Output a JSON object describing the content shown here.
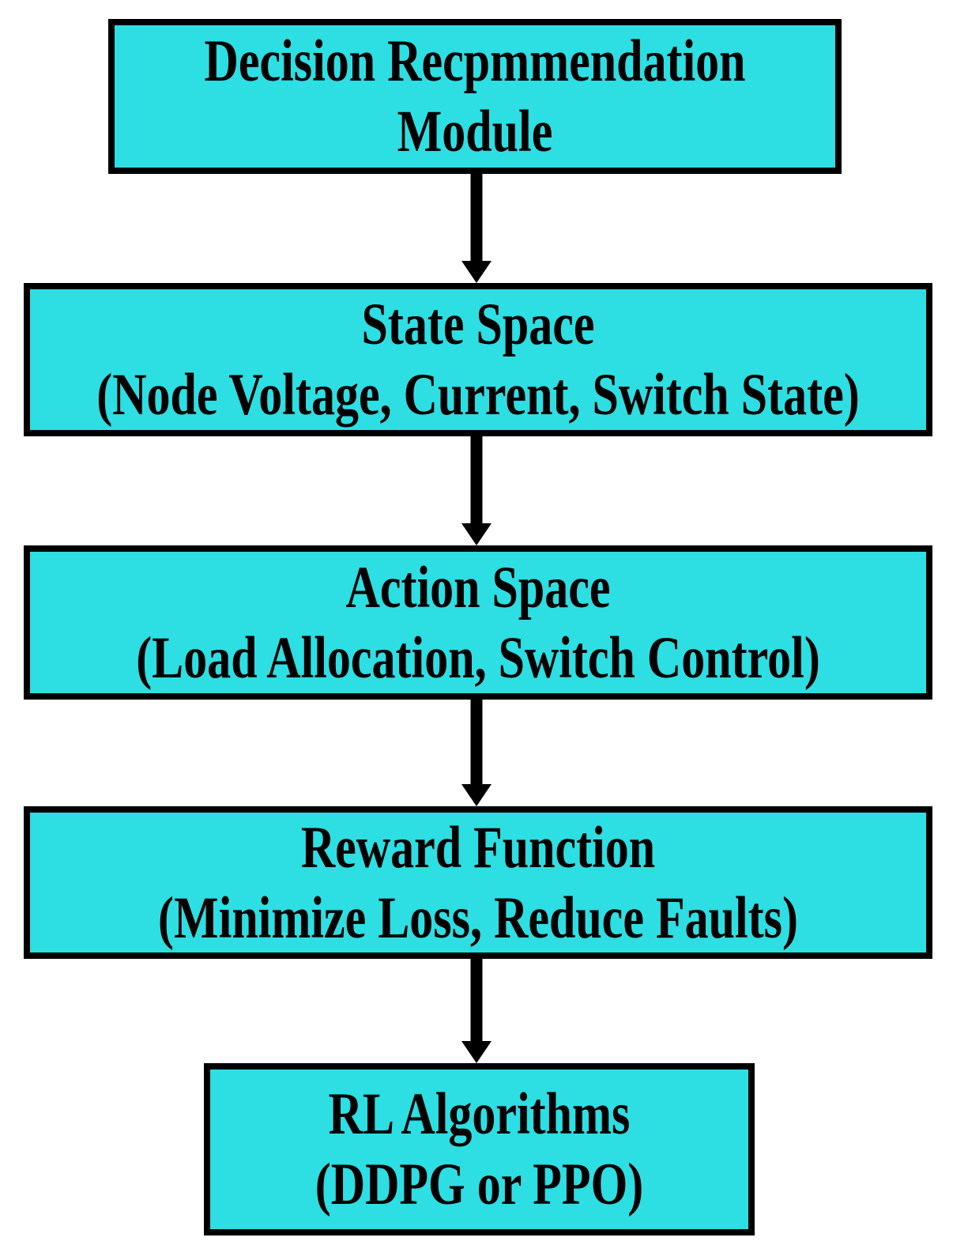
{
  "diagram": {
    "type": "flowchart",
    "direction": "top-down",
    "nodes": [
      {
        "id": "decision-recommendation-module",
        "line1": "Decision Recpmmendation",
        "line2": "Module"
      },
      {
        "id": "state-space",
        "line1": "State Space",
        "line2": "(Node Voltage, Current, Switch State)"
      },
      {
        "id": "action-space",
        "line1": "Action Space",
        "line2": "(Load Allocation, Switch Control)"
      },
      {
        "id": "reward-function",
        "line1": "Reward Function",
        "line2": "(Minimize Loss, Reduce Faults)"
      },
      {
        "id": "rl-algorithms",
        "line1": "RL Algorithms",
        "line2": "(DDPG or PPO)"
      }
    ],
    "edges": [
      {
        "from": "decision-recommendation-module",
        "to": "state-space"
      },
      {
        "from": "state-space",
        "to": "action-space"
      },
      {
        "from": "action-space",
        "to": "reward-function"
      },
      {
        "from": "reward-function",
        "to": "rl-algorithms"
      }
    ]
  },
  "colors": {
    "box_fill": "#2DDEE2",
    "box_border": "#000000",
    "arrow": "#000000",
    "background": "#FFFFFF",
    "text": "#000000"
  }
}
